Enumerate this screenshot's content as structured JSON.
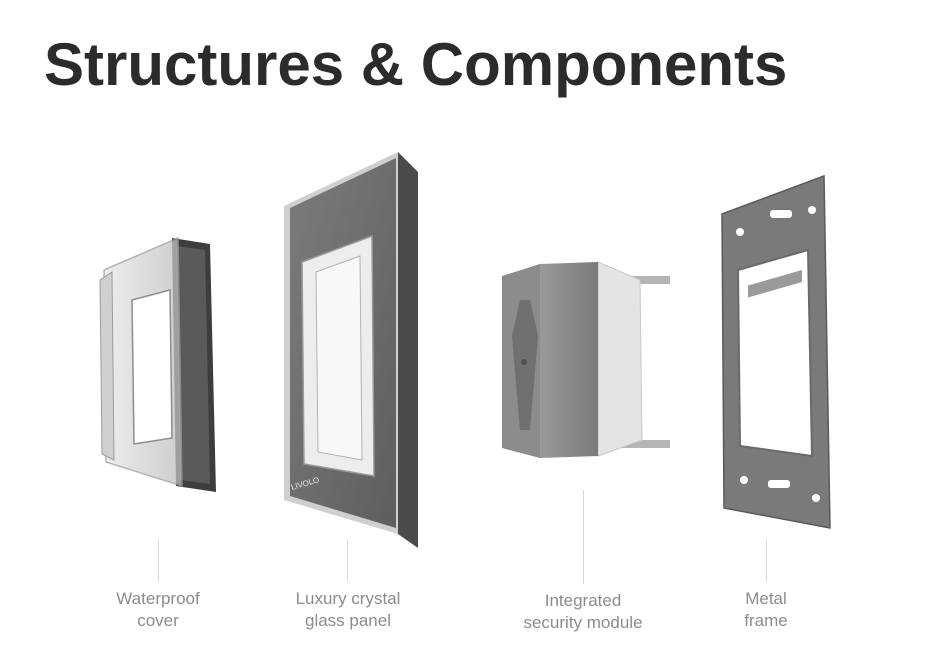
{
  "title": "Structures & Components",
  "components": [
    {
      "id": "waterproof-cover",
      "line1": "Waterproof",
      "line2": "cover"
    },
    {
      "id": "glass-panel",
      "line1": "Luxury crystal",
      "line2": "glass panel"
    },
    {
      "id": "security-module",
      "line1": "Integrated",
      "line2": "security module"
    },
    {
      "id": "metal-frame",
      "line1": "Metal",
      "line2": "frame"
    }
  ],
  "panel_brand": "LIVOLO",
  "colors": {
    "title": "#2b2b2b",
    "label": "#8c8c8c",
    "glass": "#707070",
    "metal": "#8a8a8c"
  }
}
